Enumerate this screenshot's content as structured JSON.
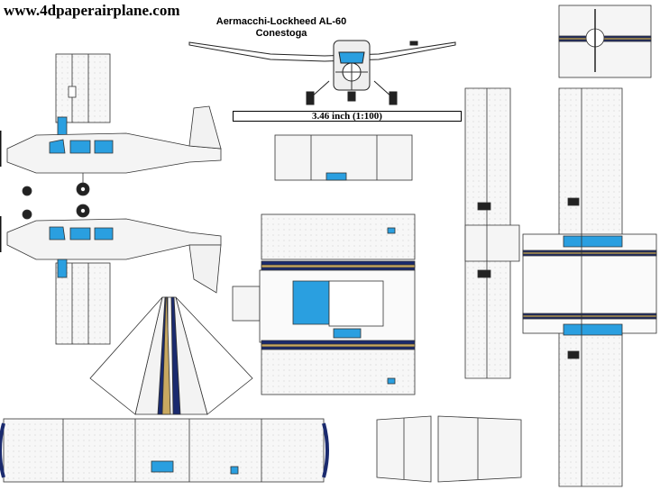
{
  "header": {
    "site_url": "www.4dpaperairplane.com",
    "model_line1": "Aermacchi-Lockheed AL-60",
    "model_line2": "Conestoga"
  },
  "scale_bar": {
    "label": "3.46 inch (1:100)"
  },
  "colors": {
    "accent_blue": "#2a9fe0",
    "stripe_navy": "#1a2a6e",
    "stripe_tan": "#c8a860",
    "line": "#333333",
    "panel_fill": "#f6f6f6"
  },
  "icons": [
    "airplane-front-view-icon",
    "propeller-icon",
    "landing-wheel-icon"
  ]
}
